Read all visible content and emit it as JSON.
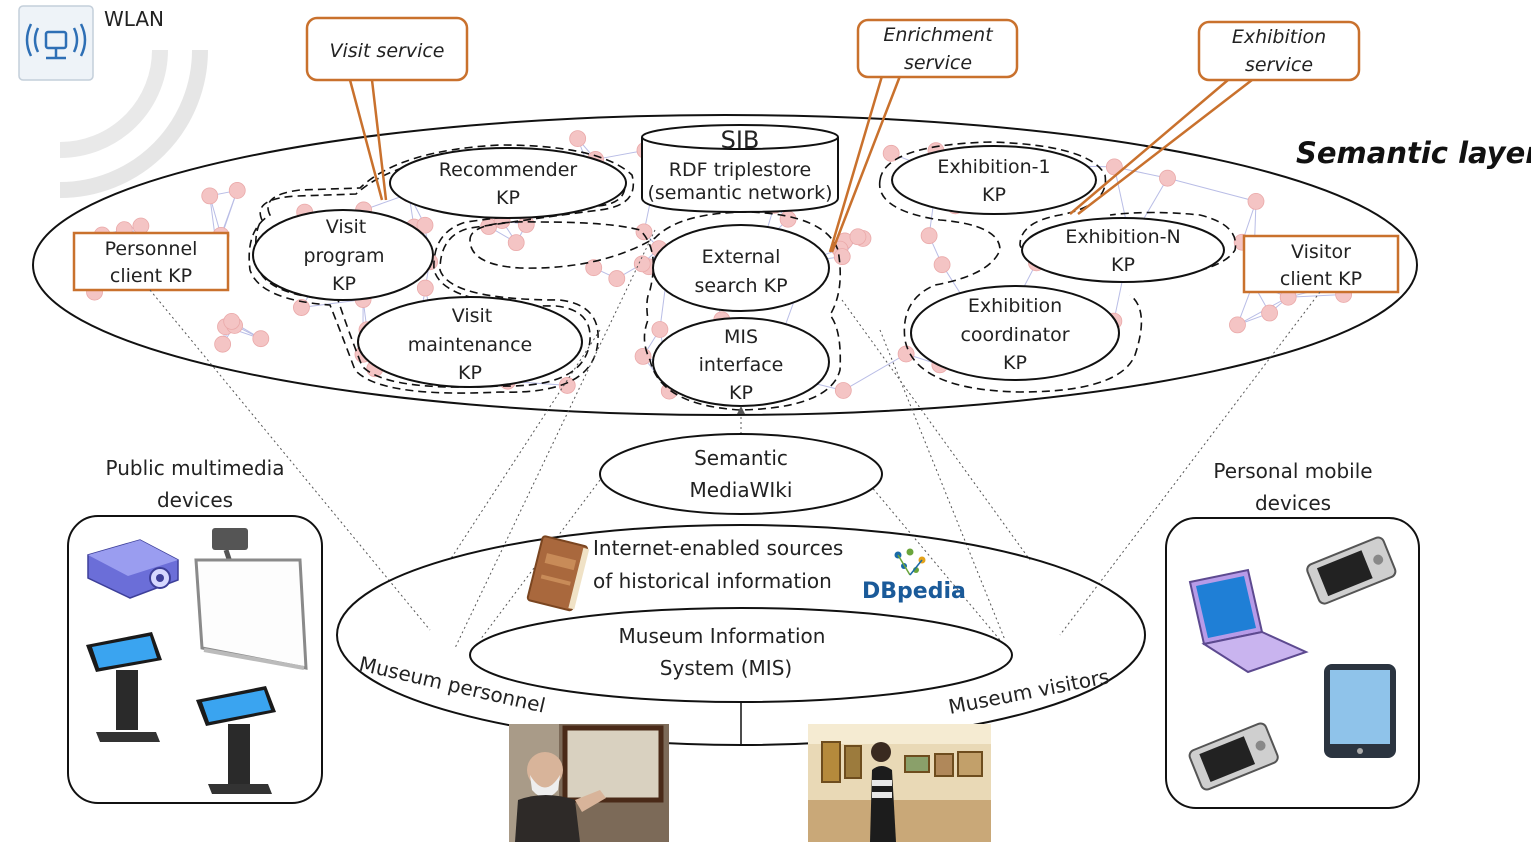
{
  "wlan": {
    "label": "WLAN"
  },
  "semantic_layer": {
    "title": "Semantic layer"
  },
  "services": {
    "visit": "Visit service",
    "enrichment": [
      "Enrichment",
      "service"
    ],
    "exhibition": [
      "Exhibition",
      "service"
    ]
  },
  "sib": {
    "title": "SIB",
    "line1": "RDF triplestore",
    "line2": "(semantic network)"
  },
  "kps": {
    "recommender": [
      "Recommender",
      "KP"
    ],
    "visit_program": [
      "Visit",
      "program",
      "KP"
    ],
    "visit_maintenance": [
      "Visit",
      "maintenance",
      "KP"
    ],
    "external_search": [
      "External",
      "search KP"
    ],
    "mis_interface": [
      "MIS",
      "interface",
      "KP"
    ],
    "exhibition_1": [
      "Exhibition-1",
      "KP"
    ],
    "exhibition_n": [
      "Exhibition-N",
      "KP"
    ],
    "exhibition_coordinator": [
      "Exhibition",
      "coordinator",
      "KP"
    ],
    "personnel_client": [
      "Personnel",
      "client KP"
    ],
    "visitor_client": [
      "Visitor",
      "client KP"
    ]
  },
  "semantic_mediawiki": [
    "Semantic",
    "MediaWIki"
  ],
  "internet_sources": [
    "Internet-enabled sources",
    "of historical information"
  ],
  "dbpedia": "DBpedia",
  "mis": [
    "Museum Information",
    "System (MIS)"
  ],
  "museum_personnel": "Museum personnel",
  "museum_visitors": "Museum visitors",
  "public_devices": [
    "Public multimedia",
    "devices"
  ],
  "personal_devices": [
    "Personal mobile",
    "devices"
  ],
  "colors": {
    "accent_orange": "#c9712d",
    "network_node": "#f4c4c4",
    "network_edge": "#b9bde6"
  }
}
